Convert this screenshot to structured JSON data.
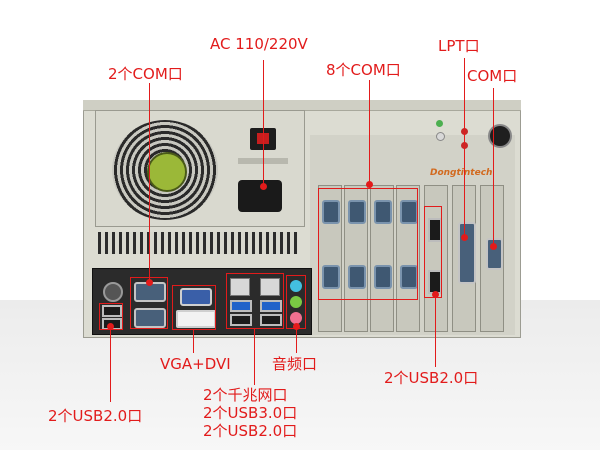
{
  "labels": {
    "ac_power": "AC 110/220V",
    "com2_left": "2个COM口",
    "com8": "8个COM口",
    "lpt": "LPT口",
    "com_right": "COM口",
    "usb2_rear": "2个USB2.0口",
    "vga_dvi": "VGA+DVI",
    "audio": "音频口",
    "gigabit_lan": "2个千兆网口",
    "usb3": "2个USB3.0口",
    "usb2_front": "2个USB2.0口",
    "usb2_left": "2个USB2.0口"
  },
  "brand": "Dongtintech",
  "colors": {
    "annotation": "#e21b1b",
    "chassis": "#dcdcd2",
    "fan_hub": "#9bb838",
    "usb3_port": "#2262c9",
    "vga_port": "#3a5fa8",
    "com_port": "#48607a"
  }
}
